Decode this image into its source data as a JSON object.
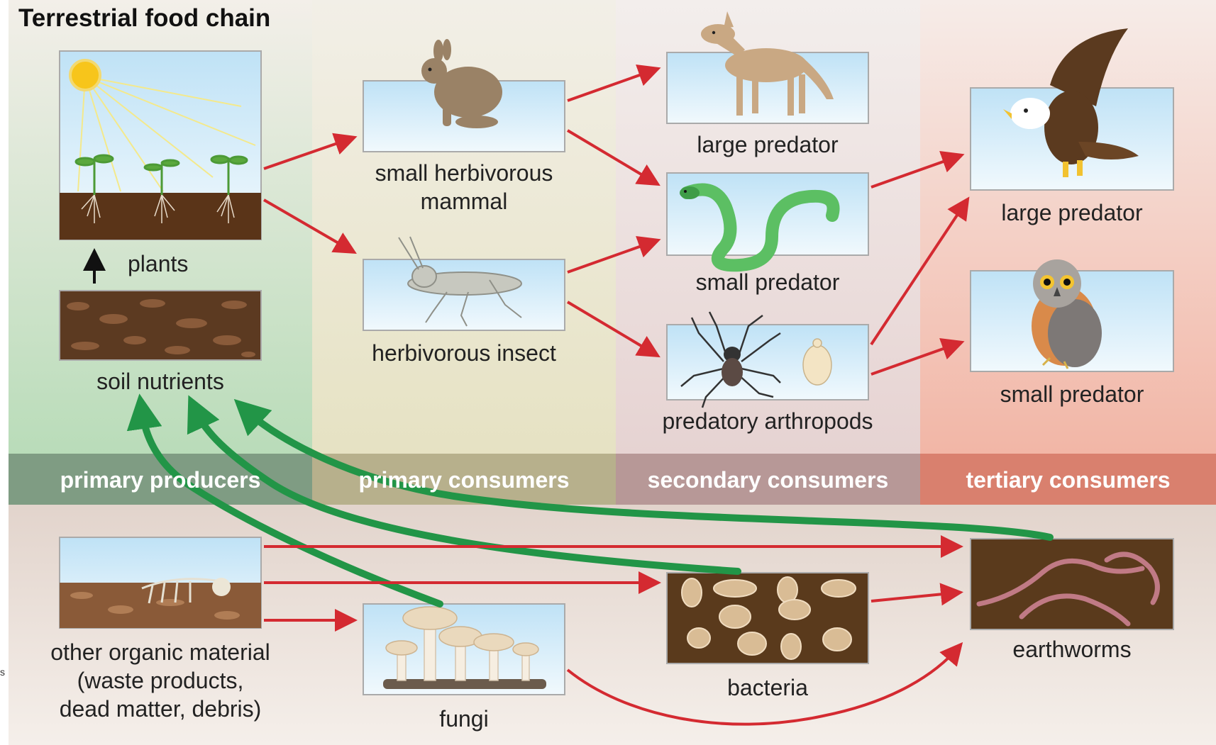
{
  "title": "Terrestrial food chain",
  "side_mark": "s",
  "trophic_levels": [
    {
      "id": "producers",
      "label": "primary producers"
    },
    {
      "id": "primary",
      "label": "primary consumers"
    },
    {
      "id": "secondary",
      "label": "secondary consumers"
    },
    {
      "id": "tertiary",
      "label": "tertiary consumers"
    }
  ],
  "nodes": {
    "plants": {
      "label": "plants",
      "level": "primary producers"
    },
    "soil": {
      "label": "soil nutrients"
    },
    "mammal": {
      "label": "small herbivorous\nmammal",
      "level": "primary consumers"
    },
    "insect": {
      "label": "herbivorous insect",
      "level": "primary consumers"
    },
    "coyote": {
      "label": "large predator",
      "level": "secondary consumers"
    },
    "snake": {
      "label": "small predator",
      "level": "secondary consumers"
    },
    "arthropods": {
      "label": "predatory arthropods",
      "level": "secondary consumers"
    },
    "eagle": {
      "label": "large predator",
      "level": "tertiary consumers"
    },
    "owl": {
      "label": "small predator",
      "level": "tertiary consumers"
    },
    "organic": {
      "label": "other organic material\n(waste products,\ndead matter, debris)"
    },
    "fungi": {
      "label": "fungi"
    },
    "bacteria": {
      "label": "bacteria"
    },
    "earthworms": {
      "label": "earthworms"
    }
  },
  "flows": [
    {
      "from": "plants",
      "to": "mammal",
      "type": "energy"
    },
    {
      "from": "plants",
      "to": "insect",
      "type": "energy"
    },
    {
      "from": "mammal",
      "to": "coyote",
      "type": "energy"
    },
    {
      "from": "mammal",
      "to": "snake",
      "type": "energy"
    },
    {
      "from": "insect",
      "to": "snake",
      "type": "energy"
    },
    {
      "from": "insect",
      "to": "arthropods",
      "type": "energy"
    },
    {
      "from": "snake",
      "to": "eagle",
      "type": "energy"
    },
    {
      "from": "arthropods",
      "to": "eagle",
      "type": "energy"
    },
    {
      "from": "arthropods",
      "to": "owl",
      "type": "energy"
    },
    {
      "from": "organic",
      "to": "earthworms",
      "type": "energy"
    },
    {
      "from": "organic",
      "to": "bacteria",
      "type": "energy"
    },
    {
      "from": "organic",
      "to": "fungi",
      "type": "energy"
    },
    {
      "from": "bacteria",
      "to": "earthworms",
      "type": "energy"
    },
    {
      "from": "fungi",
      "to": "earthworms",
      "type": "energy"
    },
    {
      "from": "soil",
      "to": "plants",
      "type": "uptake"
    },
    {
      "from": "fungi",
      "to": "soil",
      "type": "nutrient-return"
    },
    {
      "from": "bacteria",
      "to": "soil",
      "type": "nutrient-return"
    },
    {
      "from": "earthworms",
      "to": "soil",
      "type": "nutrient-return"
    }
  ],
  "colors": {
    "energy_arrow": "#d42a31",
    "nutrient_arrow": "#229547",
    "uptake_arrow": "#111111",
    "producers_band": "#7f9c83",
    "primary_band": "#b7b08c",
    "secondary_band": "#b79897",
    "tertiary_band": "#d9806e",
    "sky": "#dff0fb",
    "soil": "#5a3418"
  }
}
